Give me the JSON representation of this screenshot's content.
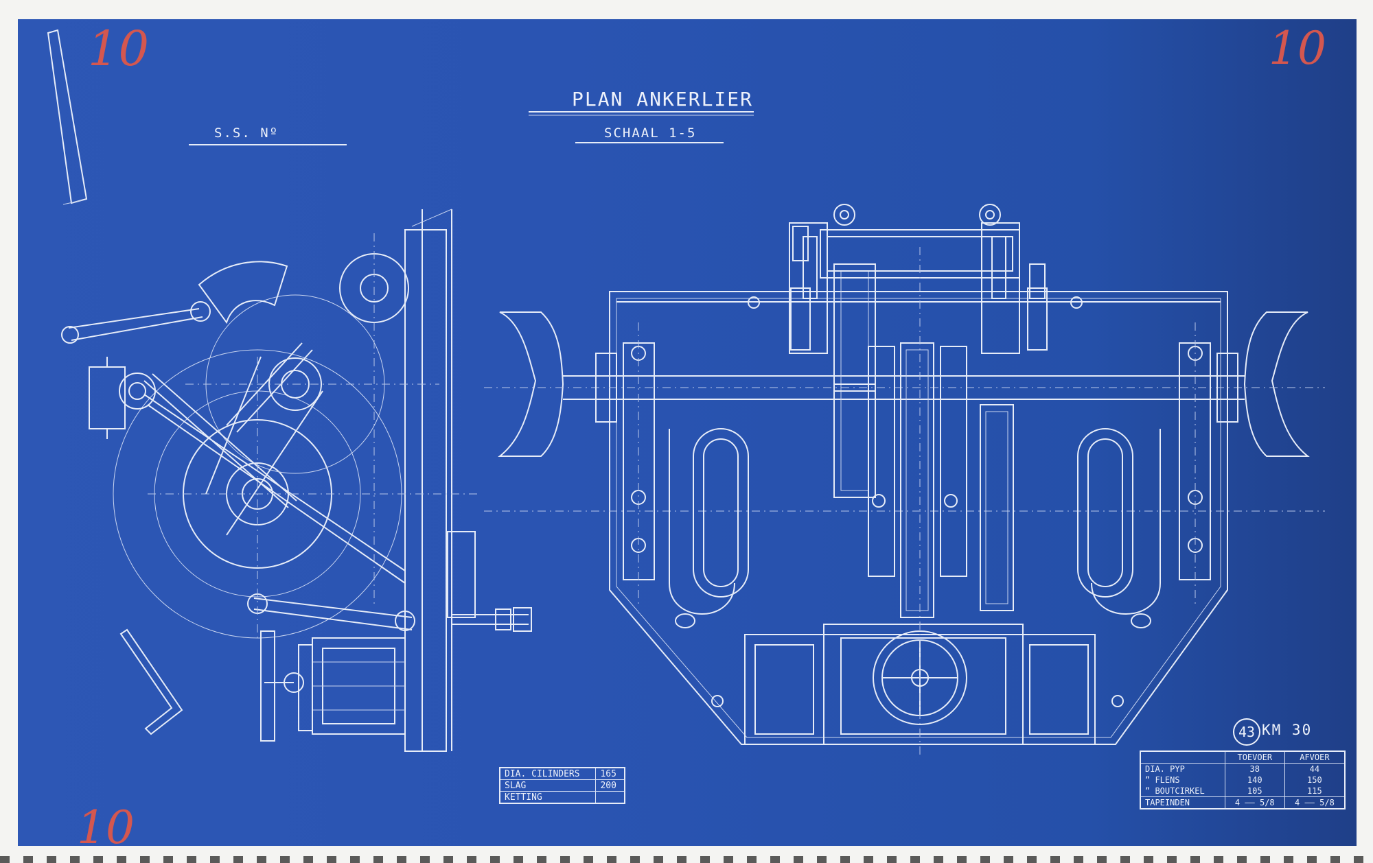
{
  "title": "PLAN ANKERLIER",
  "ship_label": "S.S. Nº",
  "scale": "SCHAAL 1-5",
  "marks": {
    "top_left": "10",
    "top_right": "10",
    "bottom_left": "10",
    "archive_circle": "43",
    "archive_code": "KM 30"
  },
  "cylinder_table": {
    "rows": [
      {
        "label": "DIA. CILINDERS",
        "value": "165"
      },
      {
        "label": "SLAG",
        "value": "200"
      },
      {
        "label": "KETTING",
        "value": ""
      }
    ]
  },
  "pipe_table": {
    "headers": [
      "",
      "TOEVOER",
      "AFVOER"
    ],
    "rows": [
      {
        "label": "DIA. PYP",
        "toevoer": "38",
        "afvoer": "44"
      },
      {
        "label": "” FLENS",
        "toevoer": "140",
        "afvoer": "150"
      },
      {
        "label": "” BOUTCIRKEL",
        "toevoer": "105",
        "afvoer": "115"
      },
      {
        "label": "TAPEINDEN",
        "toevoer": "4 —— 5/8",
        "afvoer": "4 —— 5/8"
      }
    ]
  },
  "colors": {
    "paper": "#2a54b2",
    "ink": "#e6ecf8",
    "pencil_red": "#d4574f"
  }
}
